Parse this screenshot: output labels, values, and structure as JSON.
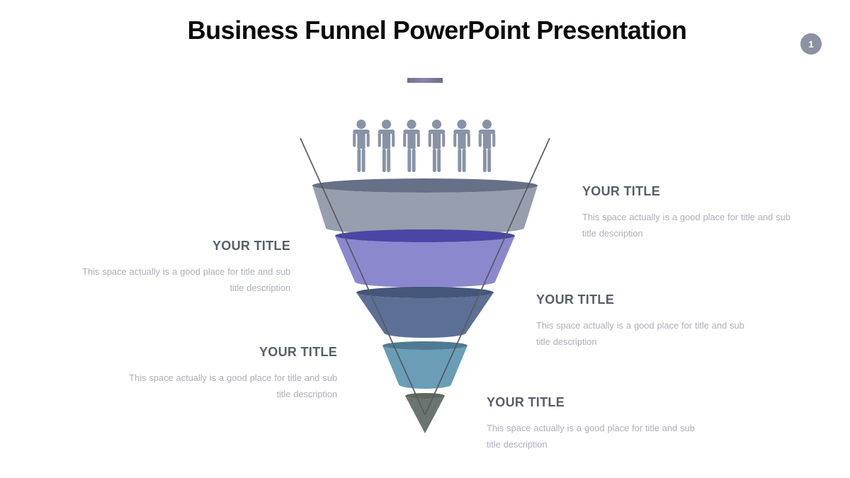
{
  "slide": {
    "title": "Business Funnel PowerPoint Presentation",
    "page_number": "1"
  },
  "theme": {
    "divider_gradient": [
      "#6b7389",
      "#8c83b1",
      "#667085"
    ],
    "badge_color": "#8b93a3",
    "badge_text_color": "#ffffff",
    "callout_title_color": "#575e6c",
    "callout_desc_color": "#abb0bb",
    "funnel_line_color": "#565b61",
    "people_icon_color": "#8893a7"
  },
  "funnel": {
    "people_icon_count": 6,
    "segments": [
      {
        "id": "stage-1",
        "top_color": "#667086",
        "body_color": "#979ead"
      },
      {
        "id": "stage-2",
        "top_color": "#4b45a5",
        "body_color": "#8c88ce"
      },
      {
        "id": "stage-3",
        "top_color": "#455779",
        "body_color": "#5b7094"
      },
      {
        "id": "stage-4",
        "top_color": "#4e7b92",
        "body_color": "#6a9db6"
      },
      {
        "id": "stage-5",
        "top_color": "#5e685f",
        "body_color": "#6b756f"
      }
    ]
  },
  "callouts": [
    {
      "title": "YOUR TITLE",
      "description": "This space actually is a good place for title and sub title description"
    },
    {
      "title": "YOUR TITLE",
      "description": "This space actually is a good place for title and sub title description"
    },
    {
      "title": "YOUR TITLE",
      "description": "This space actually is a good place for title and sub title description"
    },
    {
      "title": "YOUR TITLE",
      "description": "This space actually is a good place for title and sub title description"
    },
    {
      "title": "YOUR TITLE",
      "description": "This space actually is a good place for title and sub title description"
    }
  ]
}
